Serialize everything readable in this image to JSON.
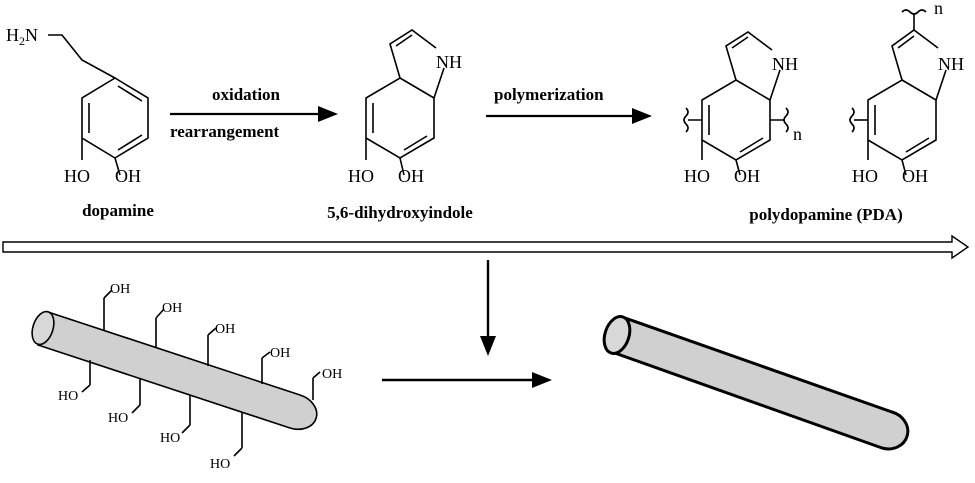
{
  "labels": {
    "dopamine": "dopamine",
    "dhi": "5,6-dihydroxyindole",
    "pda": "polydopamine (PDA)"
  },
  "arrows": {
    "step1_top": "oxidation",
    "step1_bottom": "rearrangement",
    "step2": "polymerization"
  },
  "atoms": {
    "amine": "H2N",
    "hydroxyl_left": "HO",
    "hydroxyl_right": "OH",
    "nh": "NH",
    "repeat_n": "n"
  },
  "colors": {
    "line": "#000000",
    "tube_fill": "#d0d0d0",
    "background": "#ffffff"
  }
}
